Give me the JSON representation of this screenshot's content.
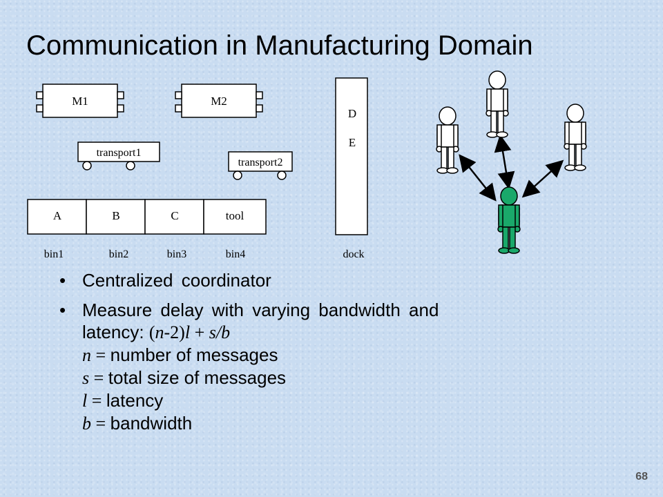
{
  "slide": {
    "title": "Communication in Manufacturing Domain",
    "page_number": "68"
  },
  "diagram": {
    "machines": [
      {
        "label": "M1"
      },
      {
        "label": "M2"
      }
    ],
    "transports": [
      {
        "label": "transport1"
      },
      {
        "label": "transport2"
      }
    ],
    "bins": [
      {
        "content": "A",
        "label": "bin1"
      },
      {
        "content": "B",
        "label": "bin2"
      },
      {
        "content": "C",
        "label": "bin3"
      },
      {
        "content": "tool",
        "label": "bin4"
      }
    ],
    "dock": {
      "label": "dock",
      "items": [
        "D",
        "E"
      ]
    },
    "agents": {
      "coordinator_color": "#1aa86a",
      "peer_color": "#ffffff"
    }
  },
  "bullets": {
    "items": [
      {
        "text": "Centralized coordinator"
      },
      {
        "text": "Measure delay with varying bandwidth and",
        "text2": "latency: "
      }
    ],
    "formula": {
      "p1": "(",
      "n": "n",
      "p2": "-2)",
      "l": "l",
      "p3": " + ",
      "s": "s",
      "p4": "/",
      "b": "b"
    },
    "definitions": [
      {
        "var": "n",
        "eq": " = ",
        "desc": "number of messages"
      },
      {
        "var": "s",
        "eq": " = ",
        "desc": "total size of messages"
      },
      {
        "var": "l",
        "eq": " = ",
        "desc": "latency"
      },
      {
        "var": "b",
        "eq": " = ",
        "desc": "bandwidth"
      }
    ]
  }
}
